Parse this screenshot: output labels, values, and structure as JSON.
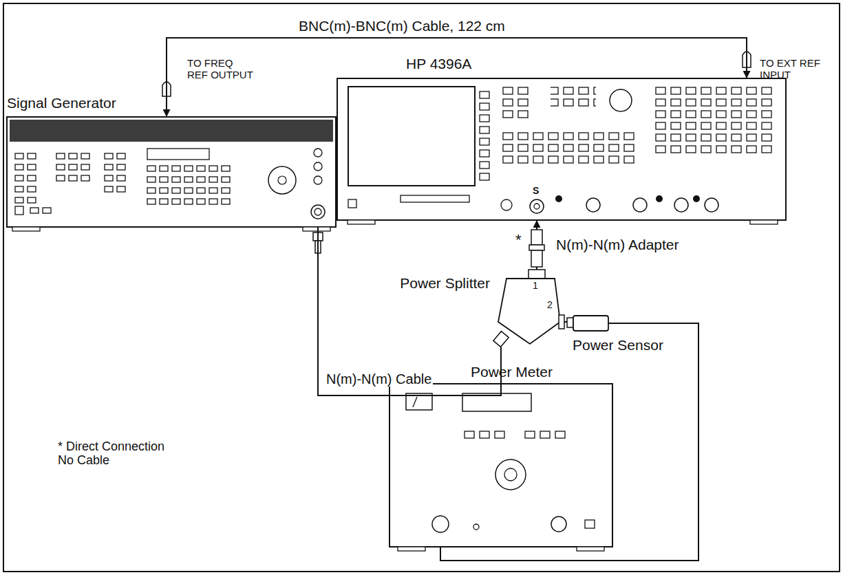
{
  "diagram": {
    "nodes": [
      {
        "text": [
          "Signal Generator"
        ]
      },
      {
        "text": [
          "HP 4396A"
        ]
      },
      {
        "text": [
          "N(m)-N(m) Adapter"
        ]
      },
      {
        "text": [
          "Power Splitter"
        ]
      },
      {
        "text": [
          "Power Sensor"
        ]
      },
      {
        "text": [
          "Power Meter"
        ]
      }
    ],
    "edges": [
      {
        "from": 0,
        "to": 1,
        "arrow": "both",
        "label": "BNC(m)-BNC(m) Cable, 122 cm"
      },
      {
        "from": 0,
        "to": 3,
        "arrow": "none",
        "label": "N(m)-N(m) Cable"
      },
      {
        "from": 3,
        "to": 2,
        "arrow": "none"
      },
      {
        "from": 2,
        "to": 1,
        "arrow": "to"
      },
      {
        "from": 3,
        "to": 4,
        "arrow": "none"
      },
      {
        "from": 4,
        "to": 5,
        "arrow": "none"
      }
    ],
    "labels": [
      "TO FREQ REF OUTPUT",
      "TO EXT REF INPUT",
      "S",
      "*",
      "1",
      "2",
      "* Direct Connection No Cable"
    ]
  }
}
